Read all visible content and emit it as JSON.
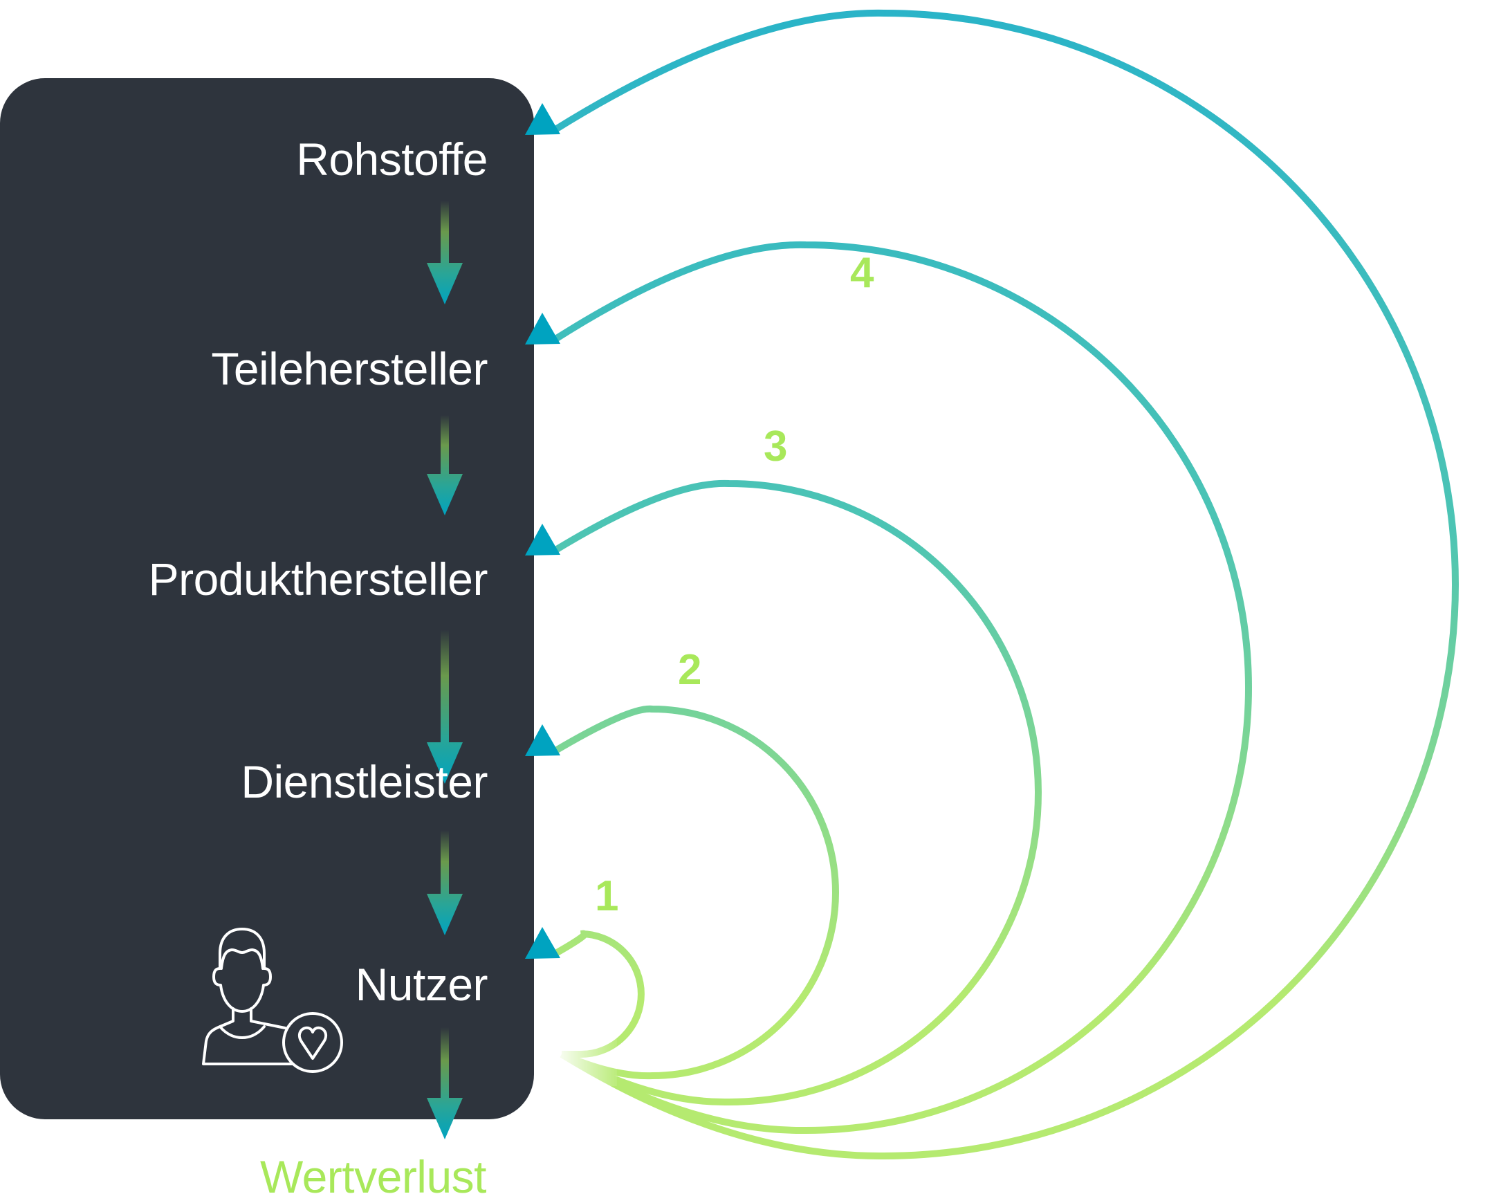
{
  "diagram": {
    "type": "circular-economy-value-chain",
    "stages": [
      {
        "label": "Rohstoffe"
      },
      {
        "label": "Teilehersteller"
      },
      {
        "label": "Produkthersteller"
      },
      {
        "label": "Dienstleister"
      },
      {
        "label": "Nutzer",
        "icon": "user-heart-icon"
      }
    ],
    "end_label": "Wertverlust",
    "loops": [
      {
        "number": "1",
        "returns_to": "Nutzer"
      },
      {
        "number": "2",
        "returns_to": "Dienstleister"
      },
      {
        "number": "3",
        "returns_to": "Produkthersteller"
      },
      {
        "number": "4",
        "returns_to": "Teilehersteller"
      },
      {
        "number": "",
        "returns_to": "Rohstoffe"
      }
    ],
    "colors": {
      "box": "#2e343d",
      "stage_text": "#ffffff",
      "accent_green": "#a8e85a",
      "loop_start": "#b5ea70",
      "loop_end": "#29b3c8",
      "arrowhead": "#00a3c0"
    }
  }
}
